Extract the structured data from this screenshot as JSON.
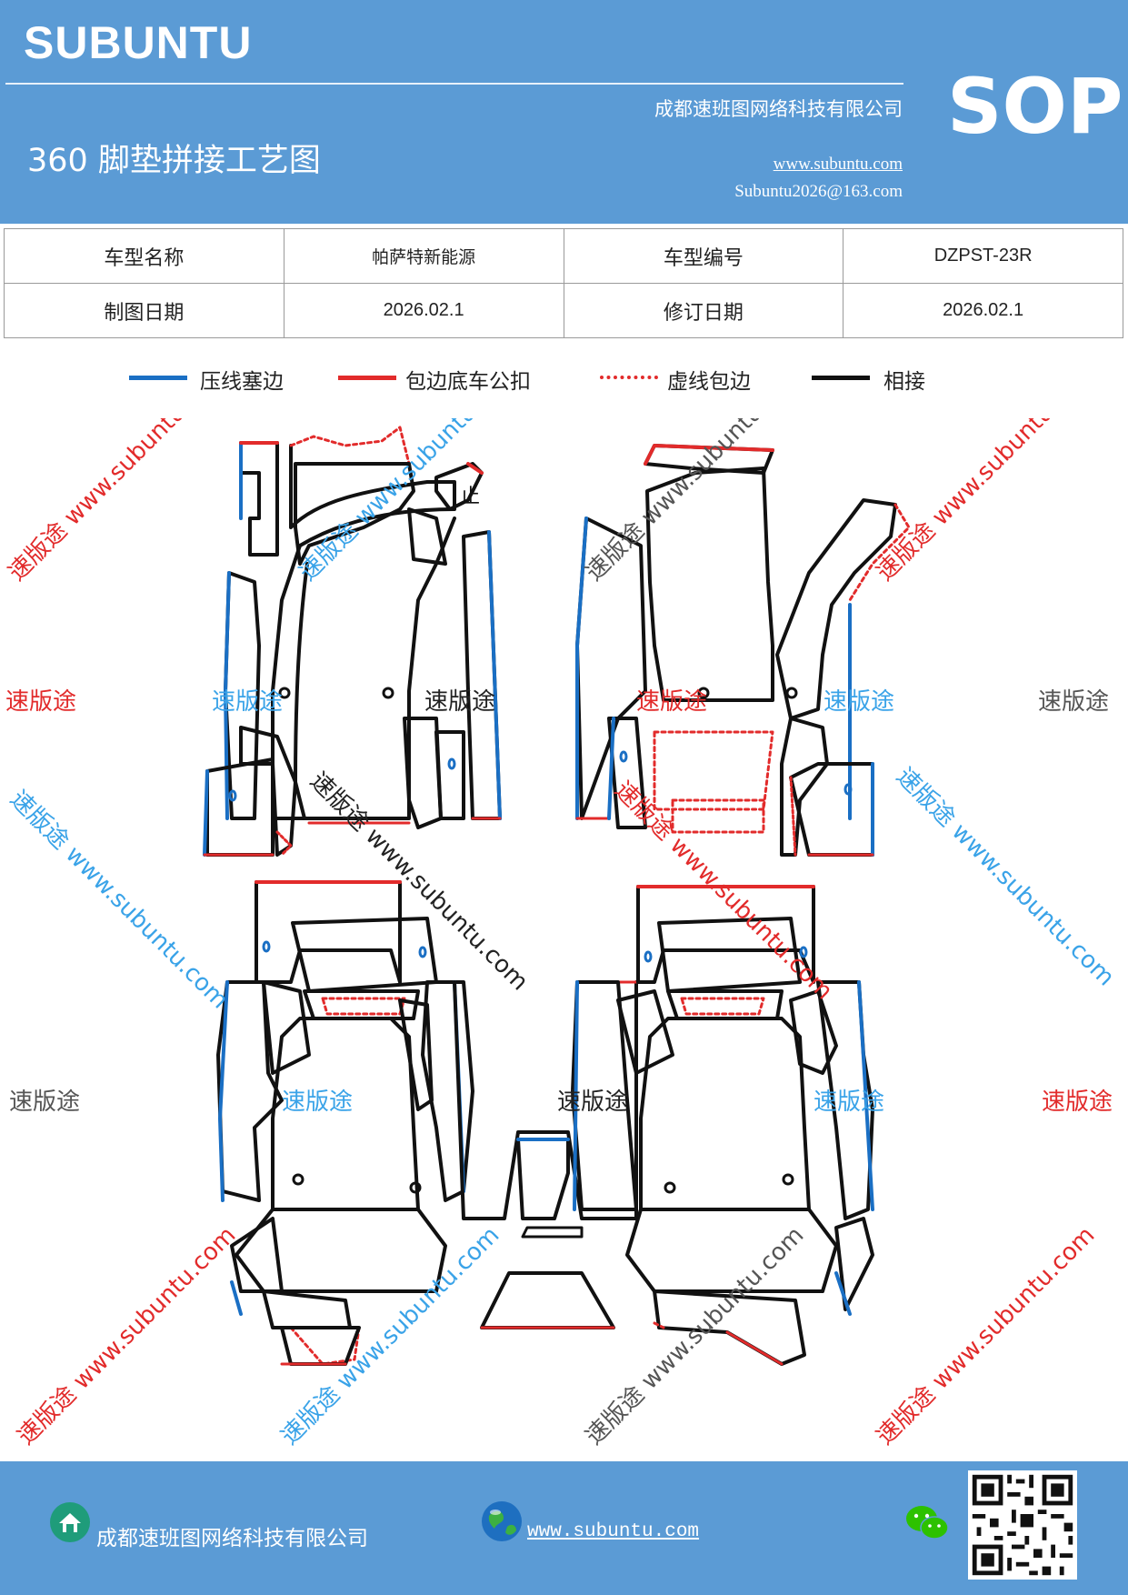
{
  "header": {
    "brand": "SUBUNTU",
    "company": "成都速班图网络科技有限公司",
    "title": "360 脚垫拼接工艺图",
    "website": "www.subuntu.com",
    "email": "Subuntu2026@163.com",
    "badge": "SOP"
  },
  "info_table": {
    "model_name_label": "车型名称",
    "model_name_value": "帕萨特新能源",
    "model_code_label": "车型编号",
    "model_code_value": "DZPST-23R",
    "draw_date_label": "制图日期",
    "draw_date_value": "2026.02.1",
    "revise_date_label": "修订日期",
    "revise_date_value": "2026.02.1"
  },
  "legend": [
    {
      "label": "压线塞边",
      "color": "#1a6fc4",
      "style": "solid"
    },
    {
      "label": "包边底车公扣",
      "color": "#e22b2b",
      "style": "solid"
    },
    {
      "label": "虚线包边",
      "color": "#e22b2b",
      "style": "dotted"
    },
    {
      "label": "相接",
      "color": "#111111",
      "style": "solid"
    }
  ],
  "diagram": {
    "mark_text": "止",
    "watermark_url": "速版途 www.subuntu.com",
    "watermark_word": "速版途"
  },
  "footer": {
    "company": "成都速班图网络科技有限公司",
    "website": "www.subuntu.com",
    "icons": [
      "home-icon",
      "globe-icon",
      "wechat-icon",
      "qr-code"
    ]
  },
  "colors": {
    "header_bg": "#5b9bd5",
    "blue_line": "#1a6fc4",
    "red_line": "#e22b2b",
    "black_line": "#111111"
  }
}
